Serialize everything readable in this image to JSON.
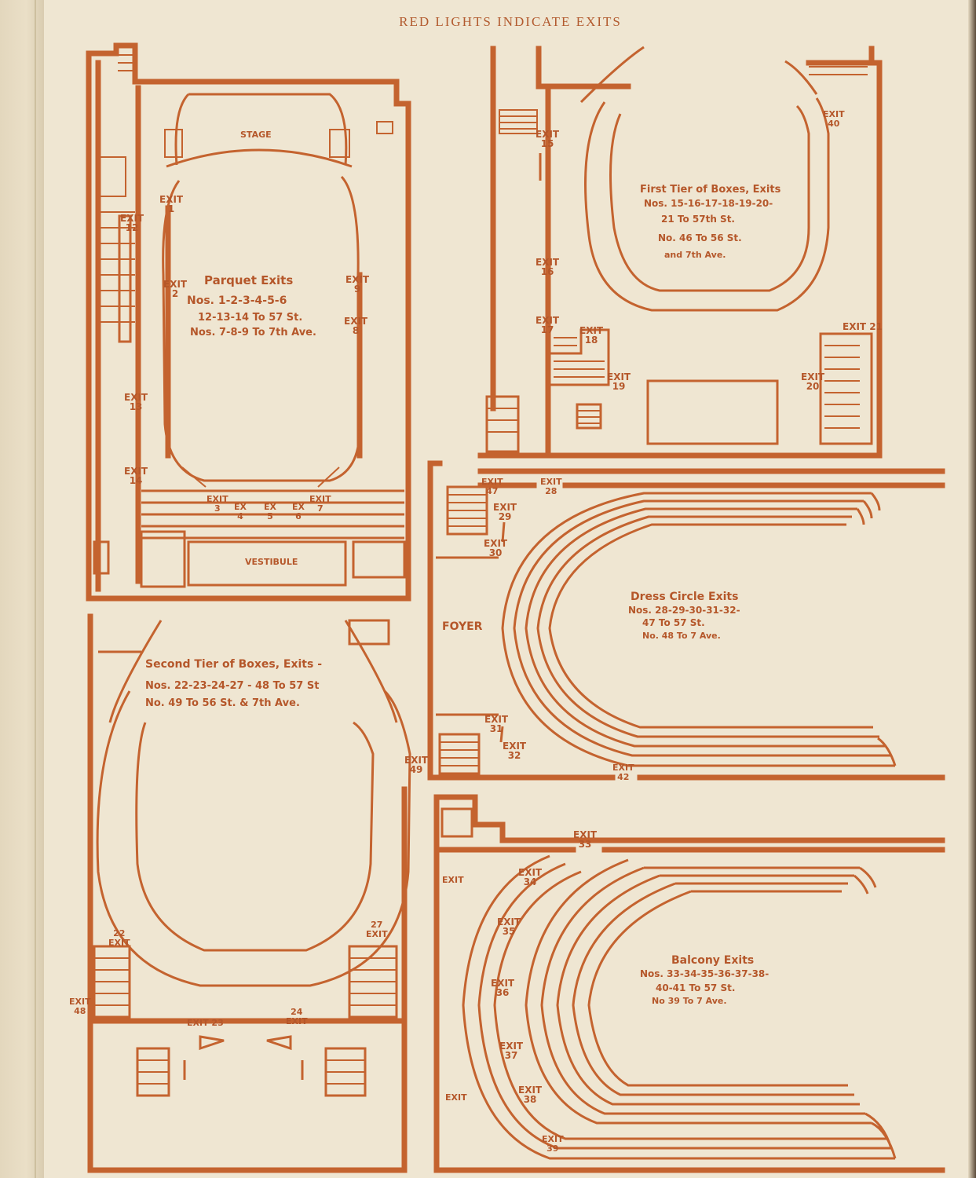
{
  "header": "RED LIGHTS INDICATE EXITS",
  "parquet": {
    "title": "Parquet Exits",
    "line1": "Nos. 1-2-3-4-5-6",
    "line2": "12-13-14 To 57 St.",
    "line3": "Nos. 7-8-9 To 7th Ave.",
    "stage": "STAGE",
    "vestibule": "VESTIBULE"
  },
  "first_tier": {
    "title": "First Tier of Boxes, Exits",
    "line1": "Nos. 15-16-17-18-19-20-",
    "line2": "21 To 57th St.",
    "line3": "No. 46 To 56 St.",
    "line4": "and 7th Ave."
  },
  "second_tier": {
    "title": "Second Tier of Boxes, Exits -",
    "line1": "Nos. 22-23-24-27 - 48 To 57 St",
    "line2": "No. 49 To 56 St. & 7th Ave."
  },
  "dress_circle": {
    "title": "Dress Circle Exits",
    "line1": "Nos. 28-29-30-31-32-",
    "line2": "47 To 57 St.",
    "line3": "No. 48 To 7 Ave.",
    "foyer": "FOYER"
  },
  "balcony": {
    "title": "Balcony Exits",
    "line1": "Nos. 33-34-35-36-37-38-",
    "line2": "40-41 To 57 St.",
    "line3": "No 39 To 7 Ave."
  },
  "exits": {
    "word": "EXIT",
    "ex": "EX",
    "e1": "1",
    "e2": "2",
    "e3": "3",
    "e4": "4",
    "e5": "5",
    "e6": "6",
    "e7": "7",
    "e8": "8",
    "e9": "9",
    "e12": "12",
    "e13": "13",
    "e14": "14",
    "e15": "15",
    "e16": "16",
    "e17": "17",
    "e18": "18",
    "e19": "19",
    "e20": "20",
    "e21": "EXIT 21",
    "e22": "22",
    "e23": "EXIT 23",
    "e24": "24",
    "e27": "27",
    "e28": "28",
    "e29": "29",
    "e30": "30",
    "e31": "31",
    "e32": "32",
    "e33": "33",
    "e34": "34",
    "e35": "35",
    "e36": "36",
    "e37": "37",
    "e38": "38",
    "e39": "39",
    "e40": "40",
    "e42": "42",
    "e47": "47",
    "e48": "48",
    "e49": "49"
  },
  "colors": {
    "ink": "#c4632f",
    "paper": "#efe6d2"
  }
}
